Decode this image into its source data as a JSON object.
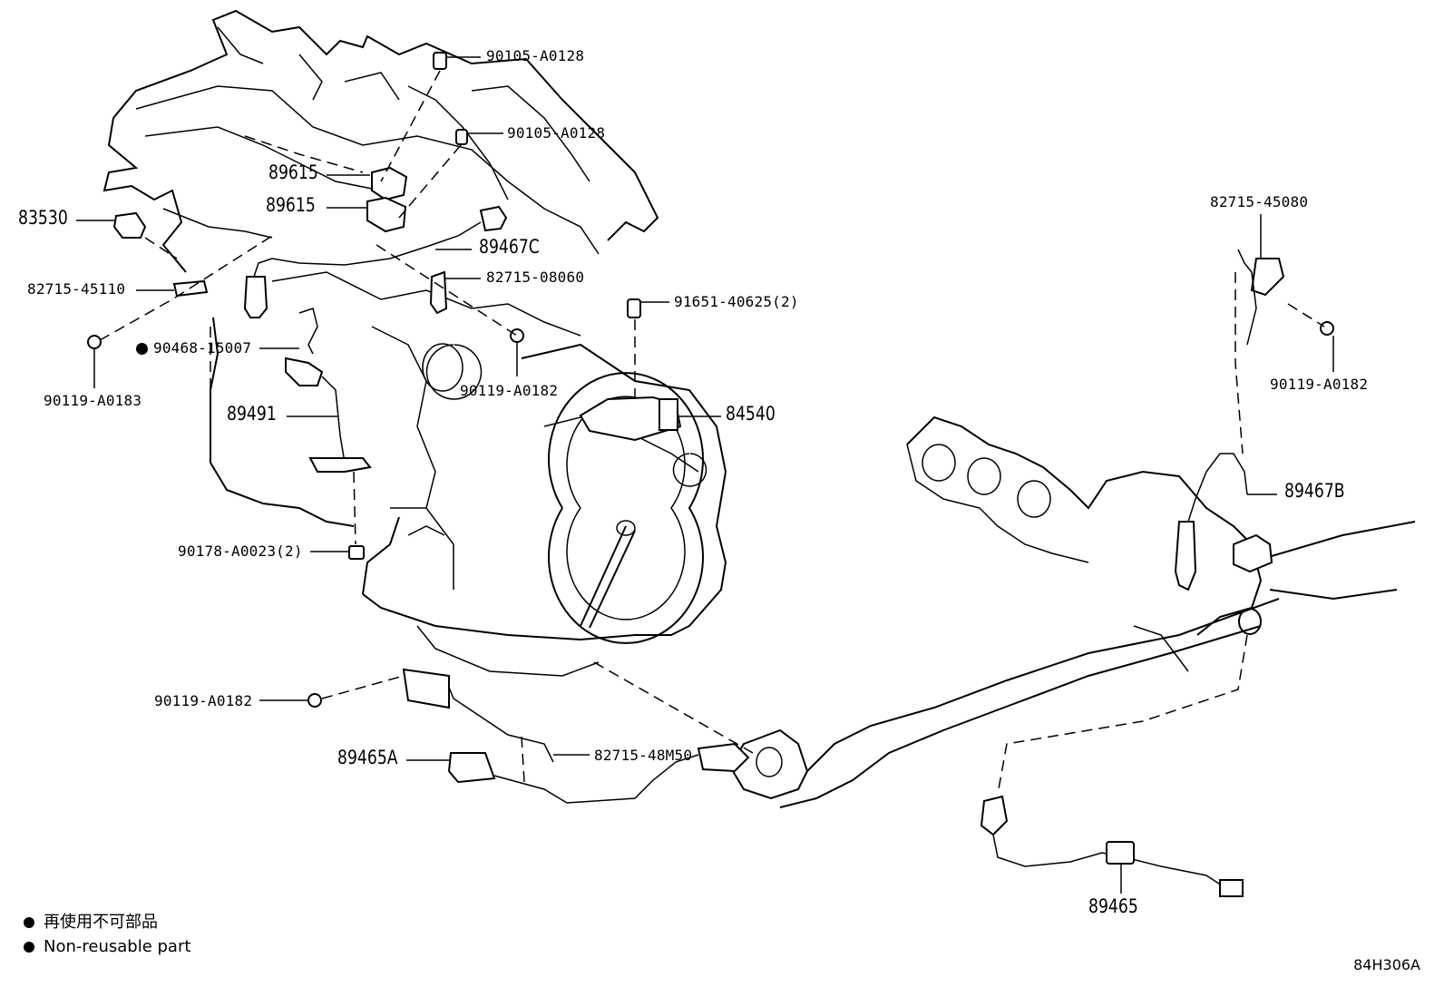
{
  "labels": {
    "p90105_a": "90105-A0128",
    "p90105_b": "90105-A0128",
    "p89615_a": "89615",
    "p89615_b": "89615",
    "p83530": "83530",
    "p89467C": "89467C",
    "p82715_08060": "82715-08060",
    "p82715_45110": "82715-45110",
    "p91651": "91651-40625(2)",
    "p90468": "90468-15007",
    "p90119_A0183": "90119-A0183",
    "p90119_A0182_mid": "90119-A0182",
    "p89491": "89491",
    "p84540": "84540",
    "p90178": "90178-A0023(2)",
    "p82715_45080": "82715-45080",
    "p90119_A0182_right": "90119-A0182",
    "p89467B": "89467B",
    "p90119_A0182_bottom": "90119-A0182",
    "p82715_48M50": "82715-48M50",
    "p89465A": "89465A",
    "p89465": "89465"
  },
  "legend": {
    "line1": "再使用不可部品",
    "line2": "Non-reusable part"
  },
  "illustration_code": "84H306A",
  "icons": {
    "non_reusable_marker": "filled-circle"
  }
}
